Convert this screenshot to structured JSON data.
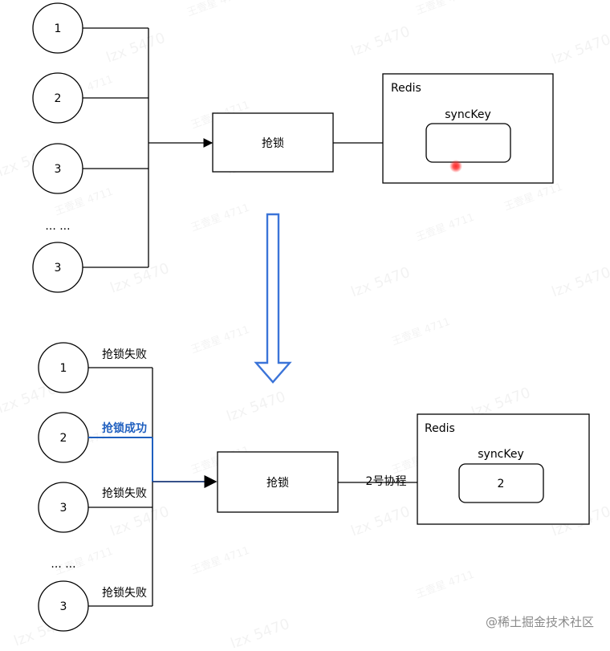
{
  "top": {
    "nodes": [
      "1",
      "2",
      "3",
      "... ...",
      "3"
    ],
    "lock_box": "抢锁",
    "redis_title": "Redis",
    "key_label": "syncKey",
    "key_value": ""
  },
  "bottom": {
    "nodes": [
      "1",
      "2",
      "3",
      "... ...",
      "3"
    ],
    "node_labels": [
      "抢锁失败",
      "抢锁成功",
      "抢锁失败",
      "抢锁失败"
    ],
    "lock_box": "抢锁",
    "edge_label": "2号协程",
    "redis_title": "Redis",
    "key_label": "syncKey",
    "key_value": "2"
  },
  "watermarks": [
    "lzx 5470",
    "王壹星 4711"
  ],
  "footer": "@稀土掘金技术社区",
  "colors": {
    "line": "#000000",
    "success": "#1f5fbf",
    "arrow_outline": "#3b74d8",
    "cursor": "#ff2a2a"
  }
}
